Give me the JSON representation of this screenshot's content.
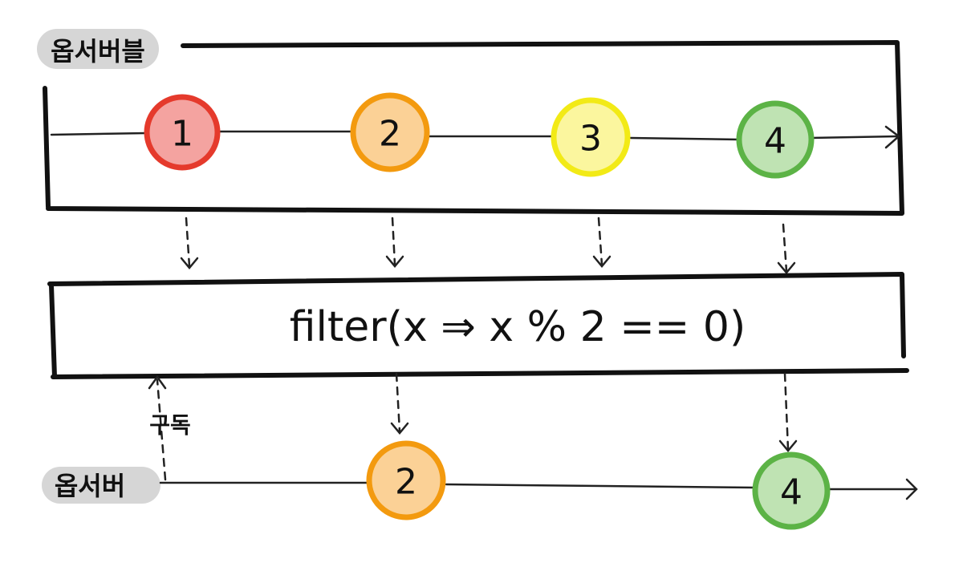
{
  "observable_label": "옵서버블",
  "operator_text": "filter(x ⇒ x % 2 == 0)",
  "subscribe_label": "구독",
  "observer_label": "옵서버",
  "input_marbles": [
    {
      "value": "1",
      "fill": "#f4a3a0",
      "stroke": "#e53a2c"
    },
    {
      "value": "2",
      "fill": "#fbd196",
      "stroke": "#f39a0f"
    },
    {
      "value": "3",
      "fill": "#fbf69e",
      "stroke": "#f2ea16"
    },
    {
      "value": "4",
      "fill": "#bfe3b3",
      "stroke": "#5cb346"
    }
  ],
  "output_marbles": [
    {
      "value": "2",
      "fill": "#fbd196",
      "stroke": "#f39a0f"
    },
    {
      "value": "4",
      "fill": "#bfe3b3",
      "stroke": "#5cb346"
    }
  ]
}
